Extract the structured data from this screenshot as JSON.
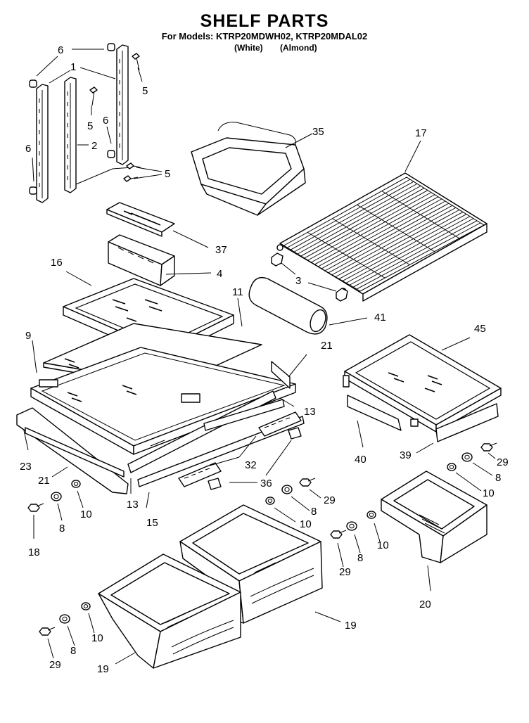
{
  "header": {
    "title": "SHELF PARTS",
    "models_line": "For Models: KTRP20MDWH02, KTRP20MDAL02",
    "variant_white": "(White)",
    "variant_almond": "(Almond)"
  },
  "callouts": {
    "c6a": "6",
    "c1": "1",
    "c5a": "5",
    "c5b": "5",
    "c6b": "6",
    "c6c": "6",
    "c2": "2",
    "c5c": "5",
    "c35": "35",
    "c17": "17",
    "c37": "37",
    "c16": "16",
    "c4": "4",
    "c3": "3",
    "c11": "11",
    "c41": "41",
    "c9": "9",
    "c21a": "21",
    "c45": "45",
    "c13a": "13",
    "c23": "23",
    "c21b": "21",
    "c32": "32",
    "c40": "40",
    "c39": "39",
    "c29a": "29",
    "c8a": "8",
    "c10a": "10",
    "c36": "36",
    "c13b": "13",
    "c15": "15",
    "c29b": "29",
    "c8b": "8",
    "c10b": "10",
    "c18": "18",
    "c8c": "8",
    "c10c": "10",
    "c29c": "29",
    "c8d": "8",
    "c10d": "10",
    "c20": "20",
    "c19a": "19",
    "c10e": "10",
    "c8e": "8",
    "c29d": "29",
    "c19b": "19"
  }
}
